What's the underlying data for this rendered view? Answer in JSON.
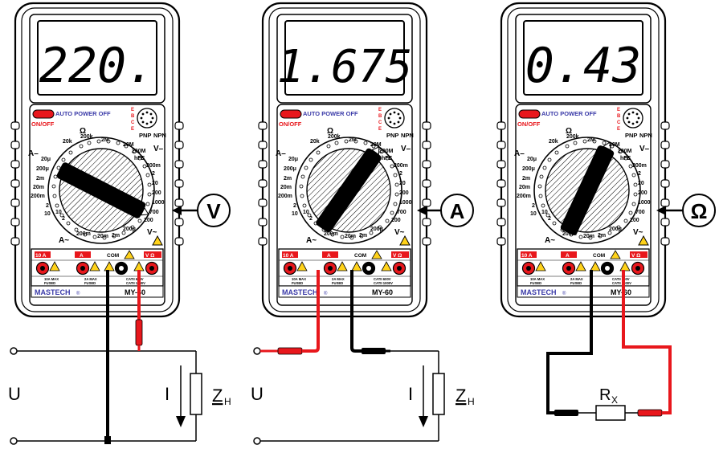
{
  "brand": "MASTECH",
  "brand_mark": "®",
  "model": "MY-60",
  "auto_power_off": "AUTO POWER OFF",
  "on_off": "ON/OFF",
  "pnp": "PNP",
  "npn": "NPN",
  "ebce": [
    "E",
    "B",
    "C",
    "E"
  ],
  "ohm_symbol": "Ω",
  "terminals": {
    "a10": "10 A",
    "a": "A",
    "com": "COM",
    "vohm": "V Ω",
    "note_10a": [
      "10A MAX",
      "FUSED"
    ],
    "note_2a": [
      "2A MAX",
      "FUSED"
    ],
    "note_cat": [
      "CATII 600V",
      "CATII 1000V"
    ]
  },
  "dial_labels": {
    "ohm_range": [
      "20k",
      "200k",
      "2M",
      "20M",
      "200M"
    ],
    "hfe": "hFE",
    "dcv_symbol": "V–",
    "dcv_range": [
      "200m",
      "2",
      "20",
      "200",
      "1000"
    ],
    "acv_range": [
      "700",
      "200"
    ],
    "acv_symbol": "V~",
    "aca_range": [
      "200μ",
      "2m",
      "20m",
      "200m"
    ],
    "aca_symbol": "A~",
    "aca_high": [
      "2",
      "10"
    ],
    "dca_symbol": "A–",
    "dca_range": [
      "20μ",
      "200μ",
      "2m",
      "20m",
      "200m"
    ],
    "dca_high": [
      "2",
      "10"
    ]
  },
  "meters": [
    {
      "reading": "220.",
      "mode_symbol": "V"
    },
    {
      "reading": "1.675",
      "mode_symbol": "A"
    },
    {
      "reading": "0.43",
      "mode_symbol": "Ω"
    }
  ],
  "circuit": {
    "source": "U",
    "current": "I",
    "load": "Z",
    "load_sub": "H",
    "resistor": "R",
    "resistor_sub": "X"
  }
}
